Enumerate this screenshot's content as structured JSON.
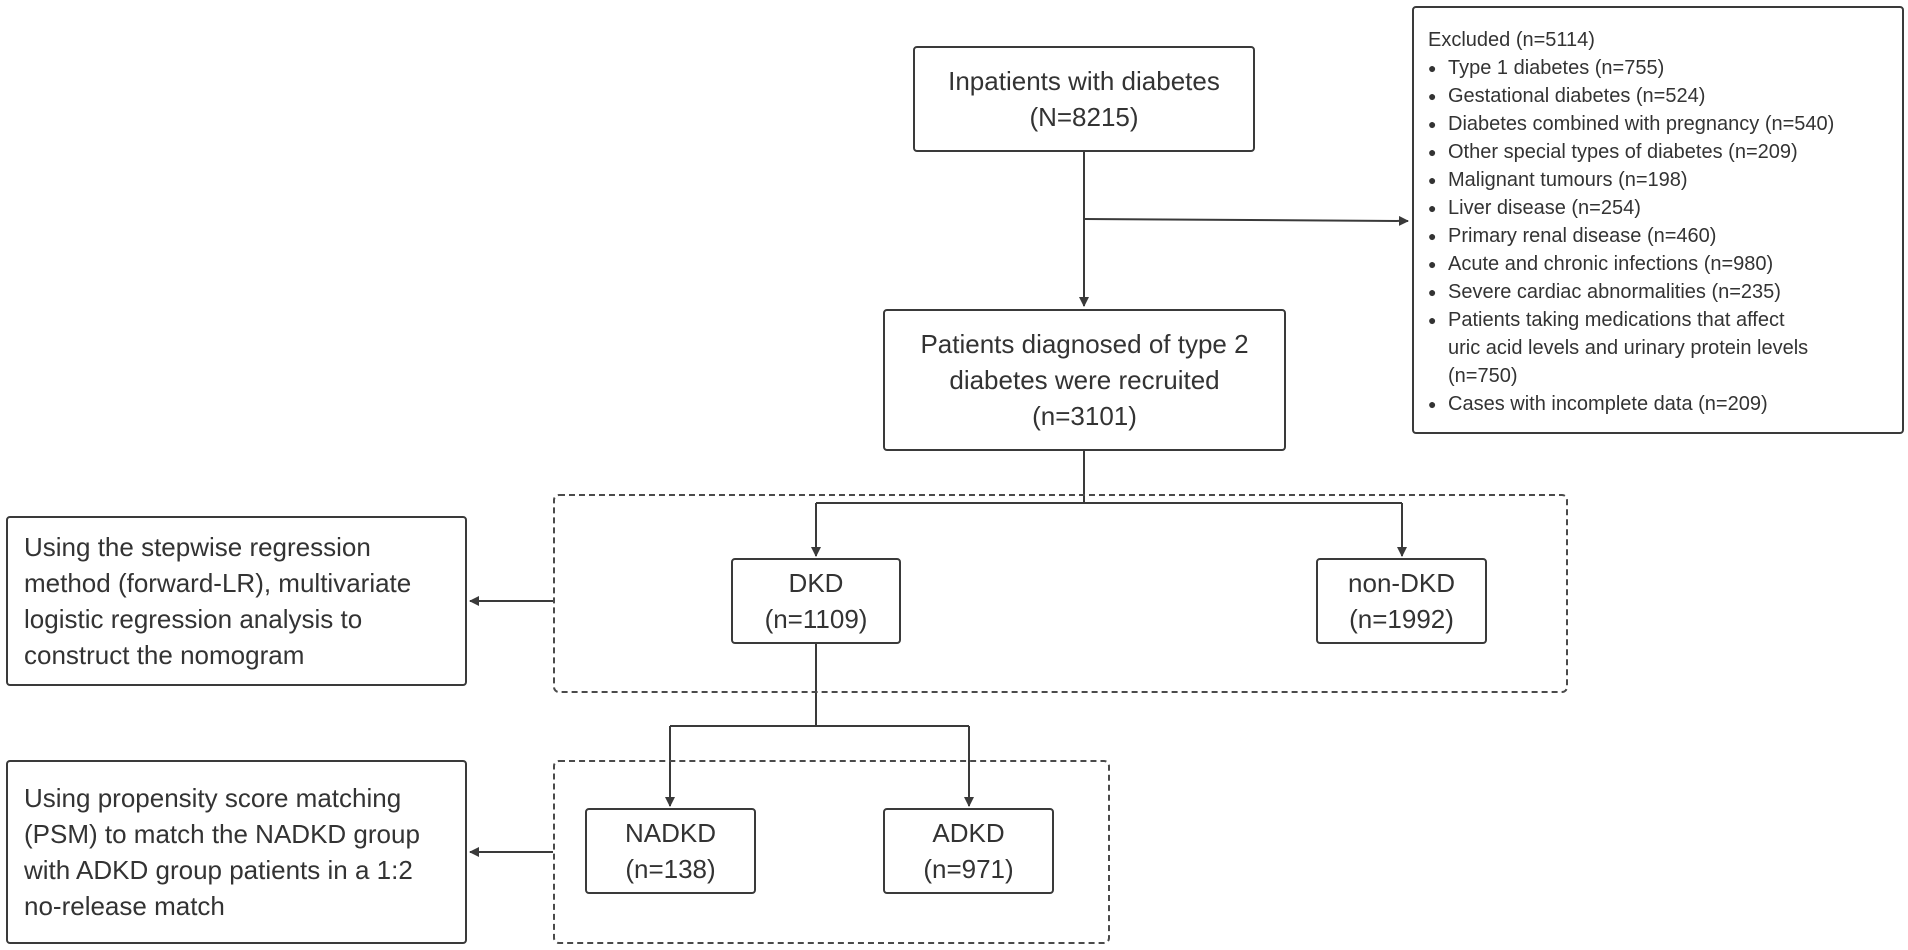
{
  "inpatients": {
    "line1": "Inpatients with diabetes",
    "line2": "(N=8215)"
  },
  "recruited": {
    "line1": "Patients diagnosed of type 2",
    "line2": "diabetes were recruited",
    "line3": "(n=3101)"
  },
  "excluded": {
    "title": "Excluded (n=5114)",
    "items": [
      {
        "text": "Type 1 diabetes (n=755)"
      },
      {
        "text": "Gestational diabetes (n=524)"
      },
      {
        "text": "Diabetes combined with pregnancy (n=540)"
      },
      {
        "text": "Other special types of  diabetes (n=209)"
      },
      {
        "text": "Malignant tumours (n=198)"
      },
      {
        "text": "Liver disease (n=254)"
      },
      {
        "text": "Primary renal disease (n=460)"
      },
      {
        "text": "Acute and chronic infections (n=980)"
      },
      {
        "text": "Severe cardiac abnormalities (n=235)"
      },
      {
        "text": "Patients taking medications that affect",
        "cont1": "uric acid levels and urinary protein levels",
        "cont2": "(n=750)"
      },
      {
        "text": "Cases with incomplete data (n=209)"
      }
    ]
  },
  "dkd": {
    "line1": "DKD",
    "line2": "(n=1109)"
  },
  "non_dkd": {
    "line1": "non-DKD",
    "line2": "(n=1992)"
  },
  "nadkd": {
    "line1": "NADKD",
    "line2": "(n=138)"
  },
  "adkd": {
    "line1": "ADKD",
    "line2": "(n=971)"
  },
  "nomogram_note": {
    "lines": [
      "Using the stepwise regression",
      "method (forward-LR), multivariate",
      "logistic regression analysis  to",
      "construct the nomogram"
    ]
  },
  "psm_note": {
    "lines": [
      "Using propensity score matching",
      "(PSM) to match the NADKD group",
      "with ADKD group patients in a 1:2",
      "no-release match"
    ]
  }
}
